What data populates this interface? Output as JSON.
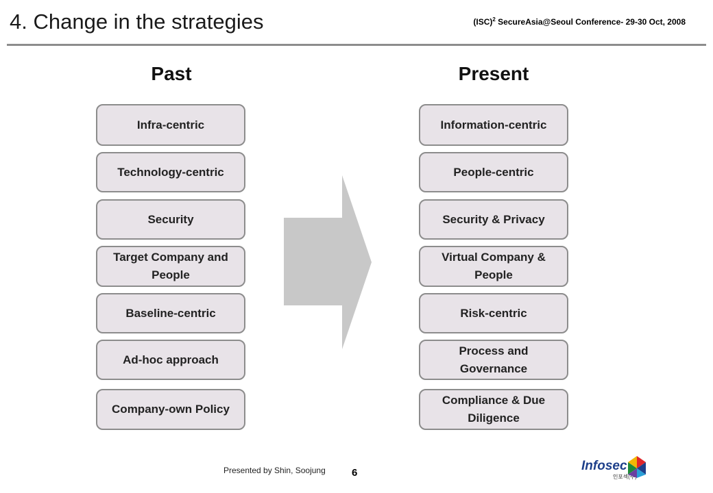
{
  "header": {
    "title": "4. Change in the strategies",
    "conference_prefix": "(ISC)",
    "conference_sup": "2",
    "conference_rest": " SecureAsia@Seoul Conference- 29-30 Oct, 2008"
  },
  "columns": {
    "past": {
      "heading": "Past",
      "items": [
        "Infra-centric",
        "Technology-centric",
        "Security",
        "Target Company and People",
        "Baseline-centric",
        "Ad-hoc approach",
        "Company-own Policy"
      ]
    },
    "present": {
      "heading": "Present",
      "items": [
        "Information-centric",
        "People-centric",
        "Security & Privacy",
        "Virtual Company & People",
        "Risk-centric",
        "Process and Governance",
        "Compliance & Due Diligence"
      ]
    }
  },
  "footer": {
    "presenter": "Presented by Shin, Soojung",
    "page_number": "6",
    "logo_text": "Infosec",
    "logo_sub": "인포섹(주)"
  },
  "colors": {
    "box_fill": "#e8e3e8",
    "box_border": "#8c8c8c",
    "arrow": "#c8c8c8",
    "logo_blue": "#1d3f8a"
  }
}
